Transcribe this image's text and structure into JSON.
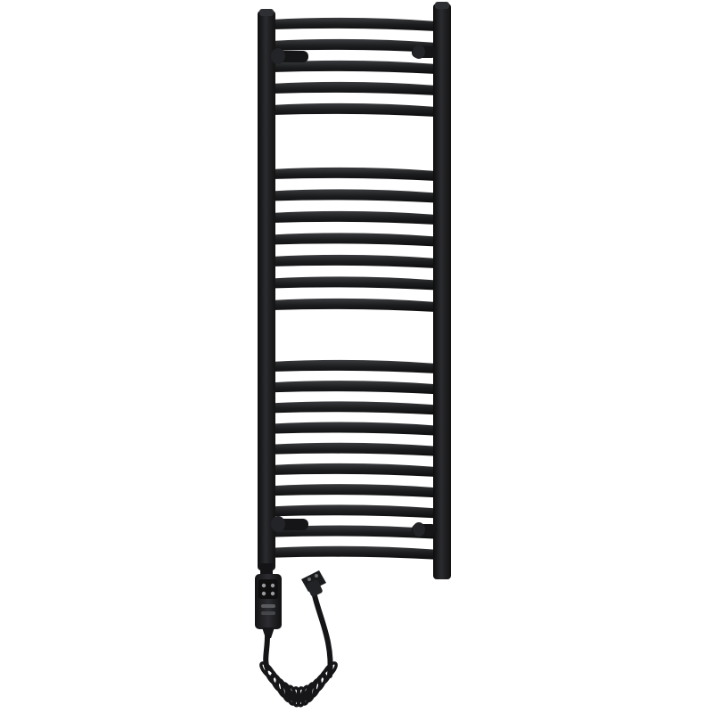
{
  "scene": {
    "subject": "towel-radiator",
    "background_color": "#ffffff",
    "radiator_color": "#1c1d1f",
    "radiator_highlight": "#3a3b3e",
    "radiator_shadow": "#0d0d0e",
    "bar_groups": [
      {
        "name": "top-group",
        "bar_count": 5
      },
      {
        "name": "middle-group",
        "bar_count": 7
      },
      {
        "name": "bottom-group",
        "bar_count": 10
      }
    ],
    "mounting_brackets": 4,
    "heating_element": {
      "name": "heating-element-controller",
      "button_count": 4
    },
    "cable": {
      "type": "coiled",
      "plug": "euro-plug"
    }
  }
}
